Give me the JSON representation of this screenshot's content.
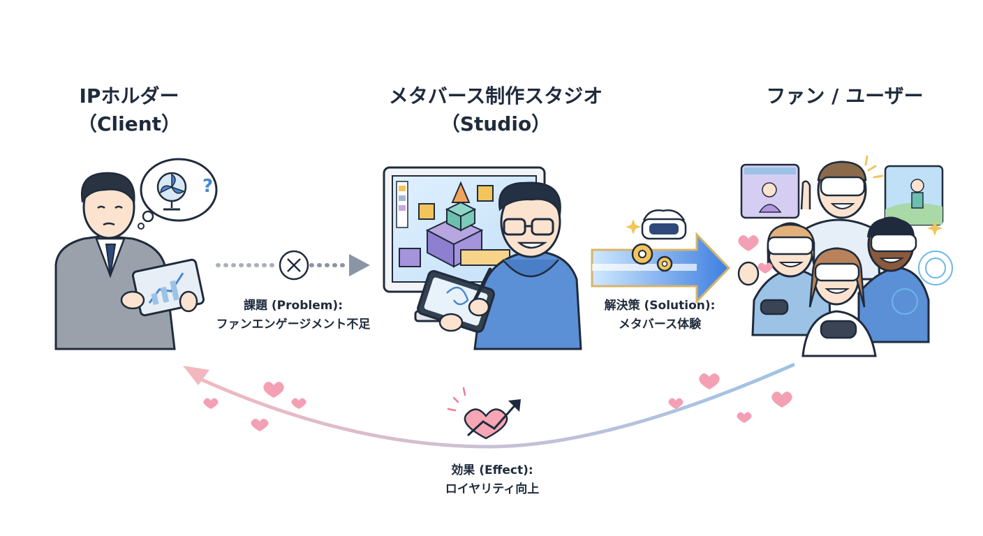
{
  "actors": {
    "client": {
      "name": "IPホルダー",
      "role": "（Client）"
    },
    "studio": {
      "name": "メタバース制作スタジオ",
      "role": "（Studio）"
    },
    "fans": {
      "name": "ファン / ユーザー"
    }
  },
  "flows": {
    "problem": {
      "line1": "課題 (Problem):",
      "line2": "ファンエンゲージメント不足"
    },
    "solution": {
      "line1": "解決策 (Solution):",
      "line2": "メタバース体験"
    },
    "effect": {
      "line1": "効果 (Effect):",
      "line2": "ロイヤリティ向上"
    }
  },
  "icons": {
    "question_mark": "?",
    "colors": {
      "navy": "#1f2b3c",
      "blue": "#4a86d0",
      "pink": "#f4a0b4",
      "arrow_gray": "#8a96a6",
      "gold": "#d6b46a"
    }
  }
}
